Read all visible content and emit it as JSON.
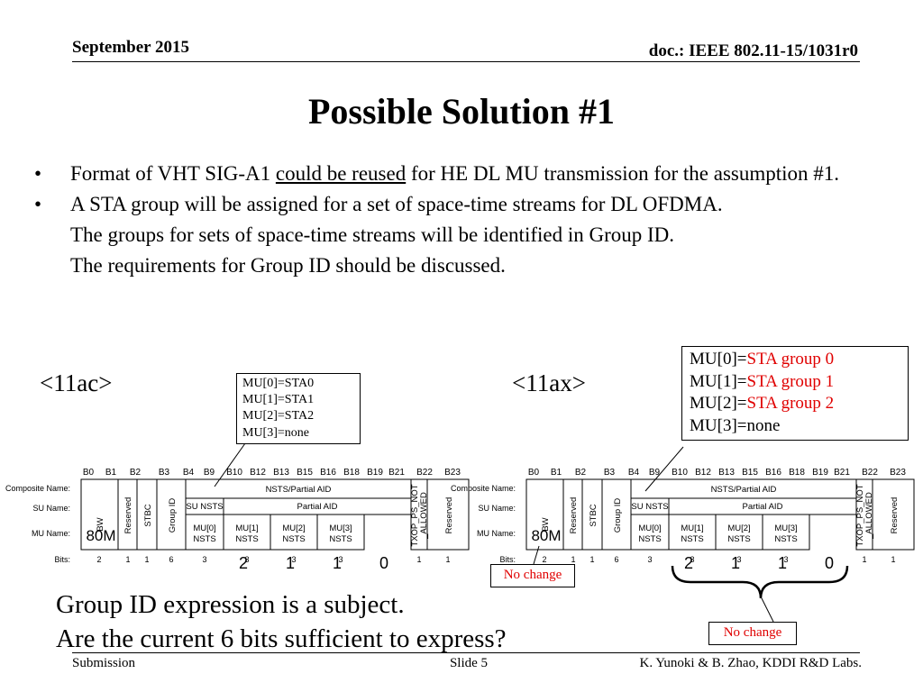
{
  "header": {
    "date": "September 2015",
    "doc": "doc.: IEEE 802.11-15/1031r0"
  },
  "title": "Possible Solution #1",
  "bullets": [
    {
      "dot": "•",
      "pre": "Format of VHT SIG-A1 ",
      "underlined": "could be reused",
      "post": " for HE DL MU transmission for the assumption #1."
    },
    {
      "dot": "•",
      "line1": "A STA group will be assigned for a set of space-time streams for DL OFDMA.",
      "line2": "The groups for sets of space-time streams will be identified in Group ID.",
      "line3": "The requirements for Group ID should be discussed."
    }
  ],
  "ac": {
    "label": "<11ac>",
    "callout": [
      "MU[0]=STA0",
      "MU[1]=STA1",
      "MU[2]=STA2",
      "MU[3]=none"
    ],
    "bw_value": "80M",
    "nsts_bits": [
      "2",
      "1",
      "1",
      "0"
    ]
  },
  "ax": {
    "label": "<11ax>",
    "callout_prefix": [
      "MU[0]=",
      "MU[1]=",
      "MU[2]=",
      "MU[3]=none"
    ],
    "callout_red": [
      "STA group 0",
      "STA group 1",
      "STA group 2",
      ""
    ],
    "bw_value": "80M",
    "nsts_bits": [
      "2",
      "1",
      "1",
      "0"
    ],
    "no_change_left": "No change",
    "no_change_right": "No change"
  },
  "field_table": {
    "bit_headers": [
      "B0",
      "B1",
      "B2",
      "B3",
      "B4",
      "B9",
      "B10",
      "B12",
      "B13",
      "B15",
      "B16",
      "B18",
      "B19",
      "B21",
      "B22",
      "B23"
    ],
    "row_labels": [
      "Composite Name:",
      "SU Name:",
      "MU Name:",
      "Bits:"
    ],
    "fields": {
      "bw": "BW",
      "reserved1": "Reserved",
      "stbc": "STBC",
      "group_id": "Group ID",
      "nsts_partial_aid": "NSTS/Partial AID",
      "su_nsts": "SU NSTS",
      "partial_aid": "Partial AID",
      "mu0": [
        "MU[0]",
        "NSTS"
      ],
      "mu1": [
        "MU[1]",
        "NSTS"
      ],
      "mu2": [
        "MU[2]",
        "NSTS"
      ],
      "mu3": [
        "MU[3]",
        "NSTS"
      ],
      "txop": [
        "TXOP_PS_NOT",
        "_ALLOWED"
      ],
      "reserved2": "Reserved"
    },
    "bit_counts": [
      "2",
      "1",
      "1",
      "6",
      "3",
      "3",
      "3",
      "3",
      "1",
      "1"
    ]
  },
  "question": {
    "line1": "Group ID expression is a subject.",
    "line2": "Are the current 6 bits sufficient to express?"
  },
  "footer": {
    "left": "Submission",
    "center": "Slide 5",
    "right": "K. Yunoki & B. Zhao, KDDI R&D Labs."
  },
  "colors": {
    "red": "#e00000"
  }
}
